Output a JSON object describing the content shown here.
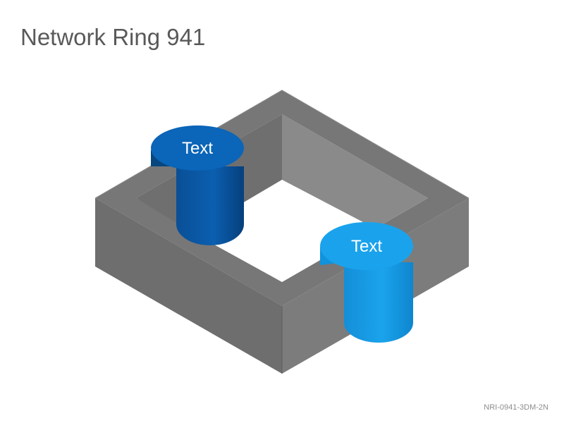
{
  "page": {
    "title": "Network Ring 941",
    "footer_code": "NRI-0941-3DM-2N"
  },
  "nodes": [
    {
      "label": "Text",
      "color": "#0b65b8"
    },
    {
      "label": "Text",
      "color": "#1aa3ec"
    }
  ],
  "ring": {
    "color": "#7a7a7a"
  }
}
